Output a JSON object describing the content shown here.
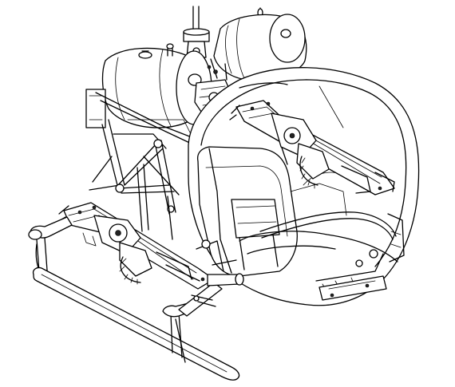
{
  "figure": {
    "background_color": "#ffffff",
    "line_color": "#000000",
    "parts": [
      "rotor-mast",
      "left-fuel-tank",
      "right-fuel-tank",
      "tail-boom-frame",
      "cabin-bubble",
      "left-skid",
      "right-skid",
      "left-gun-pod",
      "right-gun-pod"
    ]
  }
}
